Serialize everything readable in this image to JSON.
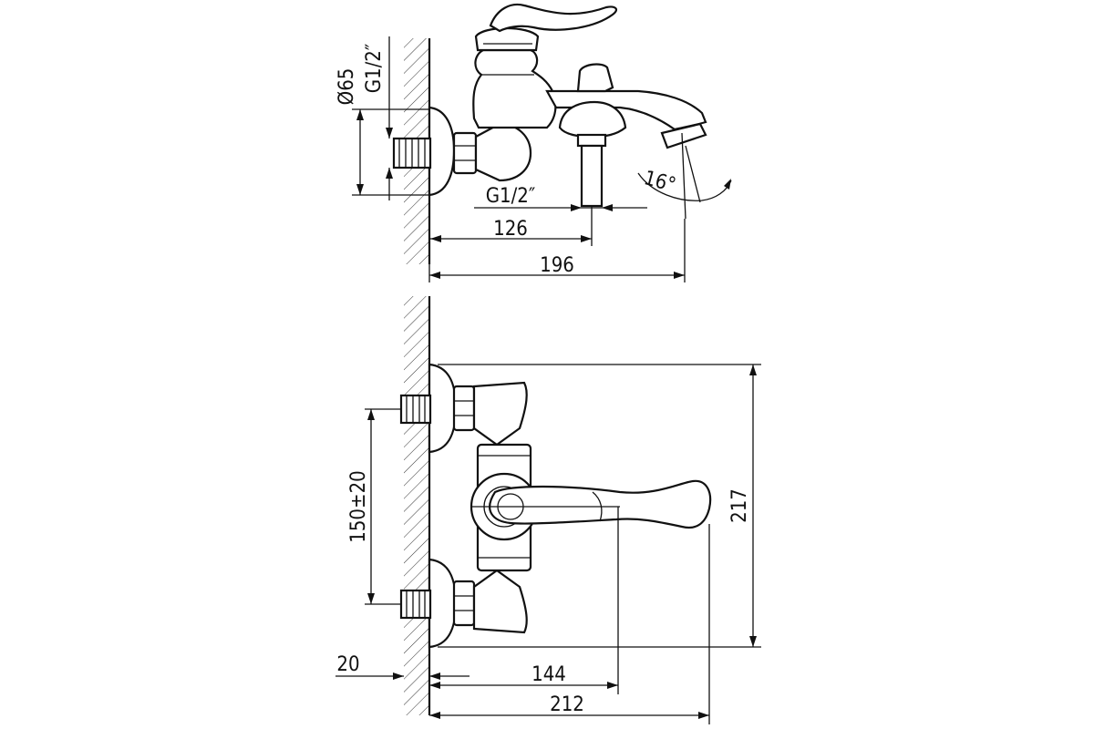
{
  "labels": {
    "dia65": "Ø65",
    "g12_top": "G1/2″",
    "g12_side": "G1/2″",
    "angle16": "16°",
    "dim126": "126",
    "dim196": "196",
    "dim150": "150±20",
    "dim217": "217",
    "dim20": "20",
    "dim144": "144",
    "dim212": "212"
  },
  "colors": {
    "line": "#111111",
    "background": "#ffffff"
  }
}
